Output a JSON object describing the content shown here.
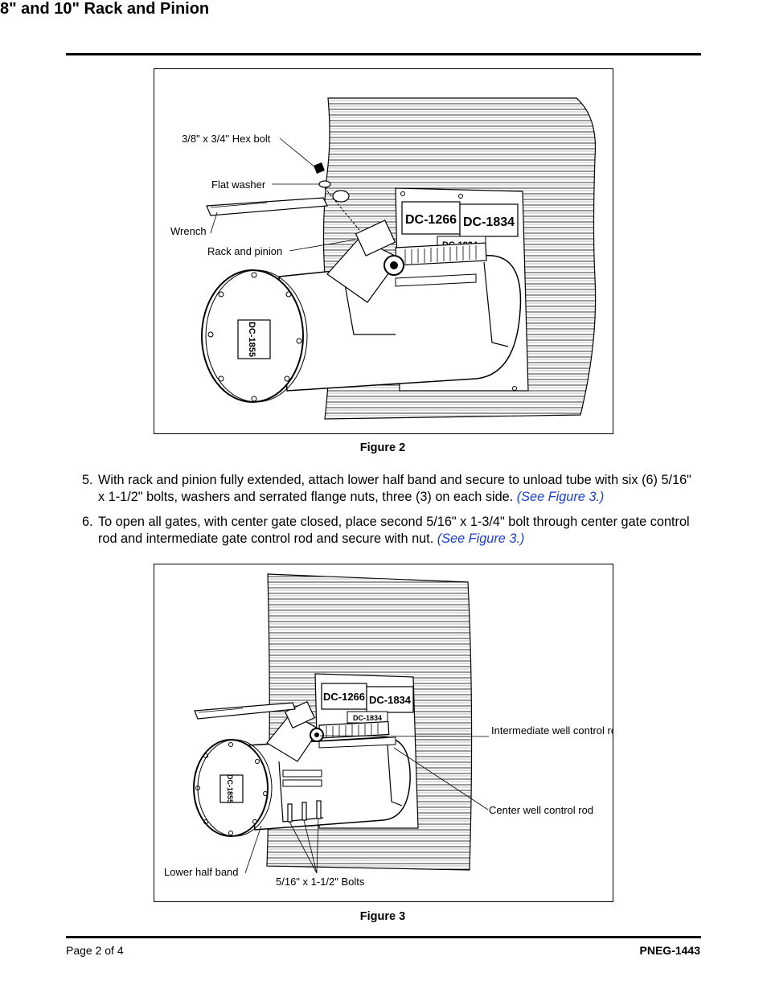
{
  "header": {
    "title": "8\" and 10\" Rack and Pinion"
  },
  "figure2": {
    "caption": "Figure 2",
    "callouts": {
      "hex_bolt": "3/8\" x 3/4\" Hex bolt",
      "flat_washer": "Flat washer",
      "wrench": "Wrench",
      "rack_pinion": "Rack and pinion"
    },
    "plates": {
      "left": "DC-1266",
      "right": "DC-1834",
      "small": "DC-1834",
      "cover": "DC-1855"
    }
  },
  "steps": [
    {
      "num": "5.",
      "text": "With rack and pinion fully extended, attach lower half band and secure to unload tube with six (6) 5/16\" x 1-1/2\" bolts, washers and serrated flange nuts, three (3) on each side. ",
      "link": "(See Figure 3.)"
    },
    {
      "num": "6.",
      "text": "To open all gates, with center gate closed, place second 5/16\" x 1-3/4\" bolt through center gate control rod and intermediate gate control rod and secure with nut. ",
      "link": "(See Figure 3.)"
    }
  ],
  "figure3": {
    "caption": "Figure 3",
    "callouts": {
      "intermediate_rod": "Intermediate well control rod",
      "center_rod": "Center well control rod",
      "lower_band": "Lower half band",
      "bolts": "5/16\" x 1-1/2\" Bolts"
    },
    "plates": {
      "left": "DC-1266",
      "right": "DC-1834",
      "small": "DC-1834",
      "cover": "DC-1855"
    }
  },
  "footer": {
    "page": "Page 2 of 4",
    "doc_id": "PNEG-1443"
  }
}
